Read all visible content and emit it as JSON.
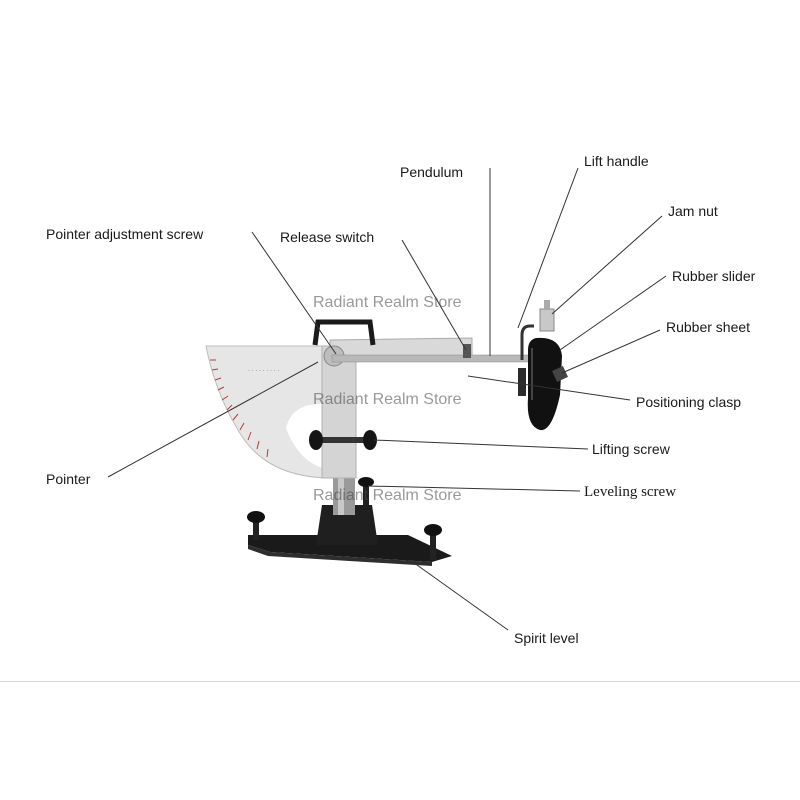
{
  "labels": {
    "pendulum": "Pendulum",
    "lift_handle": "Lift handle",
    "jam_nut": "Jam nut",
    "pointer_adjustment_screw": "Pointer adjustment screw",
    "release_switch": "Release switch",
    "rubber_slider": "Rubber slider",
    "rubber_sheet": "Rubber sheet",
    "positioning_clasp": "Positioning clasp",
    "lifting_screw": "Lifting screw",
    "leveling_screw": "Leveling screw",
    "pointer": "Pointer",
    "spirit_level": "Spirit level"
  },
  "watermark": {
    "top": "Radiant Realm Store",
    "middle": "Radiant Realm Store",
    "bottom": "Radiant Realm Store"
  },
  "colors": {
    "frame": "#c9c9c9",
    "dial": "#e4e4e4",
    "dark": "#1c1c1c",
    "rubber": "#111111",
    "leader": "#333333"
  }
}
